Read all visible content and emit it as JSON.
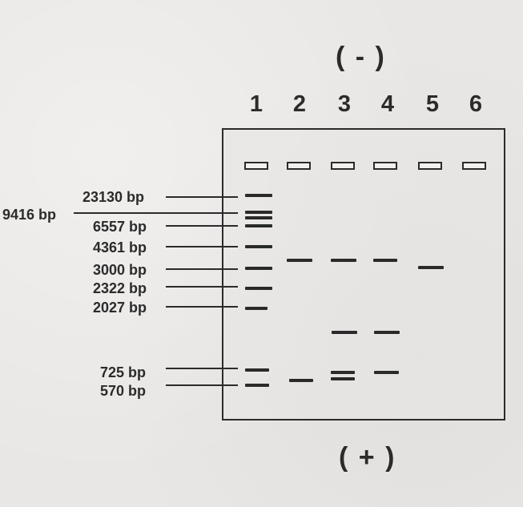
{
  "poles": {
    "negative": "( - )",
    "positive": "( + )"
  },
  "lanes": [
    "1",
    "2",
    "3",
    "4",
    "5",
    "6"
  ],
  "markers": [
    {
      "label": "23130 bp",
      "bp": 23130
    },
    {
      "label": "9416 bp",
      "bp": 9416
    },
    {
      "label": "6557 bp",
      "bp": 6557
    },
    {
      "label": "4361 bp",
      "bp": 4361
    },
    {
      "label": "3000 bp",
      "bp": 3000
    },
    {
      "label": "2322 bp",
      "bp": 2322
    },
    {
      "label": "2027 bp",
      "bp": 2027
    },
    {
      "label": "725 bp",
      "bp": 725
    },
    {
      "label": "570 bp",
      "bp": 570
    }
  ],
  "lane_bands": {
    "1": [
      "23130 bp",
      "9416 bp",
      "~8000 bp",
      "6557 bp",
      "4361 bp",
      "3000 bp",
      "2322 bp",
      "2027 bp",
      "725 bp",
      "570 bp"
    ],
    "2": [
      "~3500 bp",
      "~620 bp"
    ],
    "3": [
      "~3500 bp",
      "~1300 bp",
      "~725 bp",
      "~620 bp"
    ],
    "4": [
      "~3500 bp",
      "~1300 bp",
      "~725 bp"
    ],
    "5": [
      "~3000 bp"
    ],
    "6": []
  }
}
